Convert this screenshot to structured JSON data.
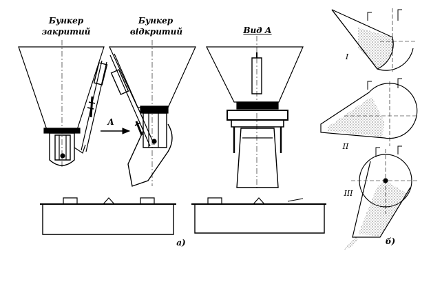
{
  "labels": {
    "closed_bunker_1": "Бункер",
    "closed_bunker_2": "закритий",
    "open_bunker_1": "Бункер",
    "open_bunker_2": "відкритий",
    "view_a": "Вид А",
    "arrow_a": "А",
    "fig_a": "а)",
    "fig_b": "б)",
    "pos_1": "I",
    "pos_2": "II",
    "pos_3": "III"
  },
  "colors": {
    "line": "#000000",
    "background": "#ffffff",
    "stipple": "#555555"
  }
}
